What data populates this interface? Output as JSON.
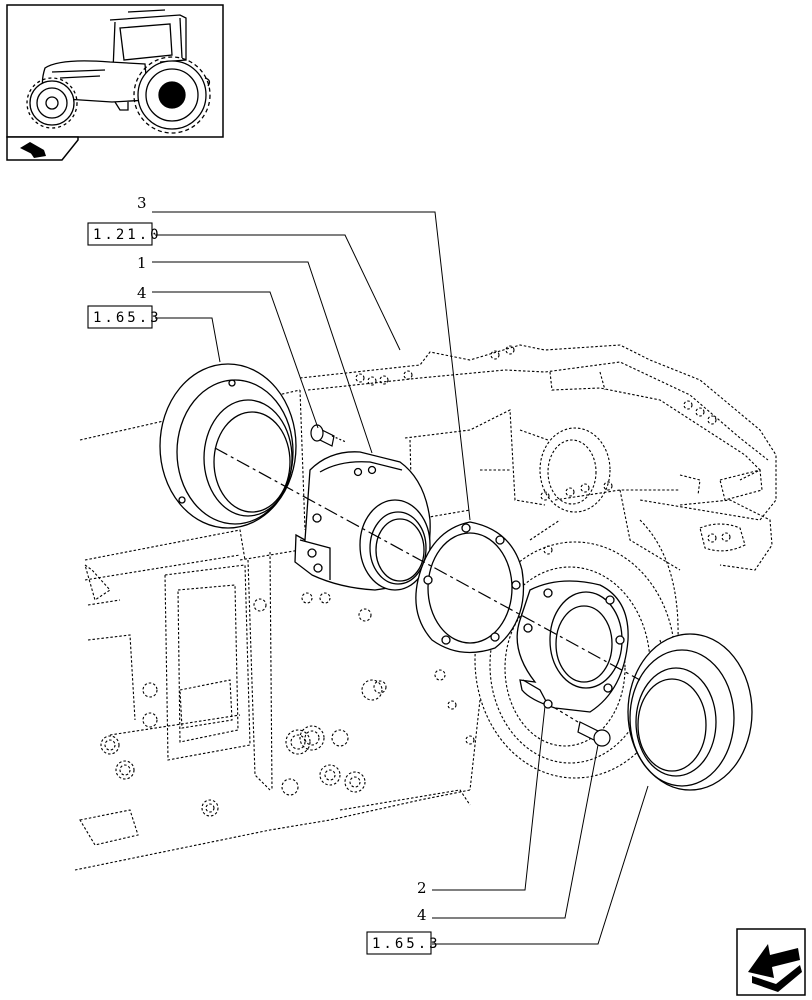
{
  "thumbnail": {
    "icon": "tractor-icon"
  },
  "nav": {
    "back_icon": "book-return-icon",
    "next_icon": "next-page-arrow-icon"
  },
  "diagram": {
    "refs": {
      "r1": "1.21.0",
      "r2": "1.65.3",
      "r3": "1.65.3"
    },
    "callouts": {
      "c3": "3",
      "c1": "1",
      "c4a": "4",
      "c2": "2",
      "c4b": "4"
    },
    "colors": {
      "ink": "#000000",
      "paper": "#ffffff"
    }
  }
}
